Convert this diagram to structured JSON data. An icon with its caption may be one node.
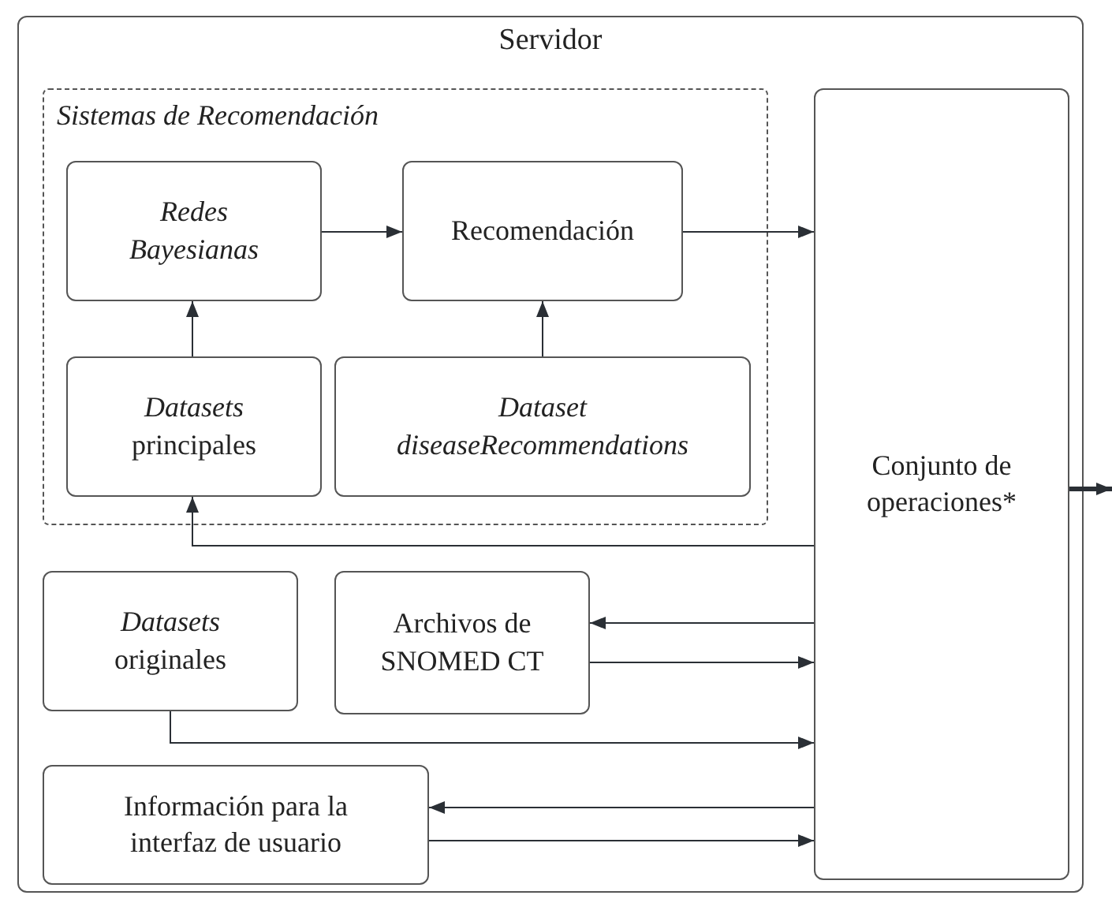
{
  "diagram": {
    "nodes": [
      {
        "text": [
          "Servidor"
        ]
      },
      {
        "text": [
          "Sistemas de Recomendación"
        ],
        "in": 0
      },
      {
        "text": [
          "Redes Bayesianas"
        ],
        "in": 1
      },
      {
        "text": [
          "Recomendación"
        ],
        "in": 1
      },
      {
        "text": [
          "*Datasets* principales"
        ],
        "in": 1
      },
      {
        "text": [
          "*Dataset* *diseaseRecommendations*"
        ],
        "in": 1
      },
      {
        "text": [
          "Conjunto de operaciones*"
        ],
        "in": 0
      },
      {
        "text": [
          "*Datasets* originales"
        ],
        "in": 0
      },
      {
        "text": [
          "Archivos de SNOMED CT"
        ],
        "in": 0
      },
      {
        "text": [
          "Información para la interfaz de usuario"
        ],
        "in": 0
      }
    ],
    "edges": [
      {
        "from": 2,
        "to": 3,
        "arrow": "to"
      },
      {
        "from": 4,
        "to": 2,
        "arrow": "to"
      },
      {
        "from": 5,
        "to": 3,
        "arrow": "to"
      },
      {
        "from": 3,
        "to": 6,
        "arrow": "to"
      },
      {
        "from": 6,
        "to": 4,
        "arrow": "to"
      },
      {
        "from": 6,
        "to": 8,
        "arrow": "to"
      },
      {
        "from": 8,
        "to": 6,
        "arrow": "to"
      },
      {
        "from": 7,
        "to": 6,
        "arrow": "to"
      },
      {
        "from": 6,
        "to": 9,
        "arrow": "to"
      },
      {
        "from": 9,
        "to": 6,
        "arrow": "to"
      },
      {
        "from": 6,
        "to": null,
        "arrow": "to",
        "style": "thick"
      }
    ]
  }
}
